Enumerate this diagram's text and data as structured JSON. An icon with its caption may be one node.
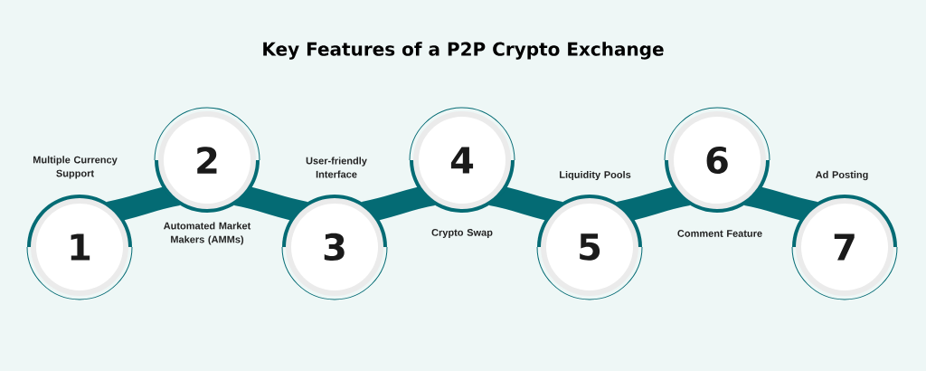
{
  "diagram": {
    "title": "Key Features of a P2P Crypto Exchange",
    "nodes": [
      {
        "text": [
          "1"
        ],
        "beside": [
          "Multiple Currency Support"
        ]
      },
      {
        "text": [
          "2"
        ],
        "beside": [
          "Automated Market Makers (AMMs)"
        ]
      },
      {
        "text": [
          "3"
        ],
        "beside": [
          "User-friendly Interface"
        ]
      },
      {
        "text": [
          "4"
        ],
        "beside": [
          "Crypto Swap"
        ]
      },
      {
        "text": [
          "5"
        ],
        "beside": [
          "Liquidity Pools"
        ]
      },
      {
        "text": [
          "6"
        ],
        "beside": [
          "Comment Feature"
        ]
      },
      {
        "text": [
          "7"
        ],
        "beside": [
          "Ad Posting"
        ]
      }
    ],
    "edges": [
      {
        "from": 0,
        "to": 1,
        "arrow": "none"
      },
      {
        "from": 1,
        "to": 2,
        "arrow": "none"
      },
      {
        "from": 2,
        "to": 3,
        "arrow": "none"
      },
      {
        "from": 3,
        "to": 4,
        "arrow": "none"
      },
      {
        "from": 4,
        "to": 5,
        "arrow": "none"
      },
      {
        "from": 5,
        "to": 6,
        "arrow": "none"
      }
    ]
  }
}
